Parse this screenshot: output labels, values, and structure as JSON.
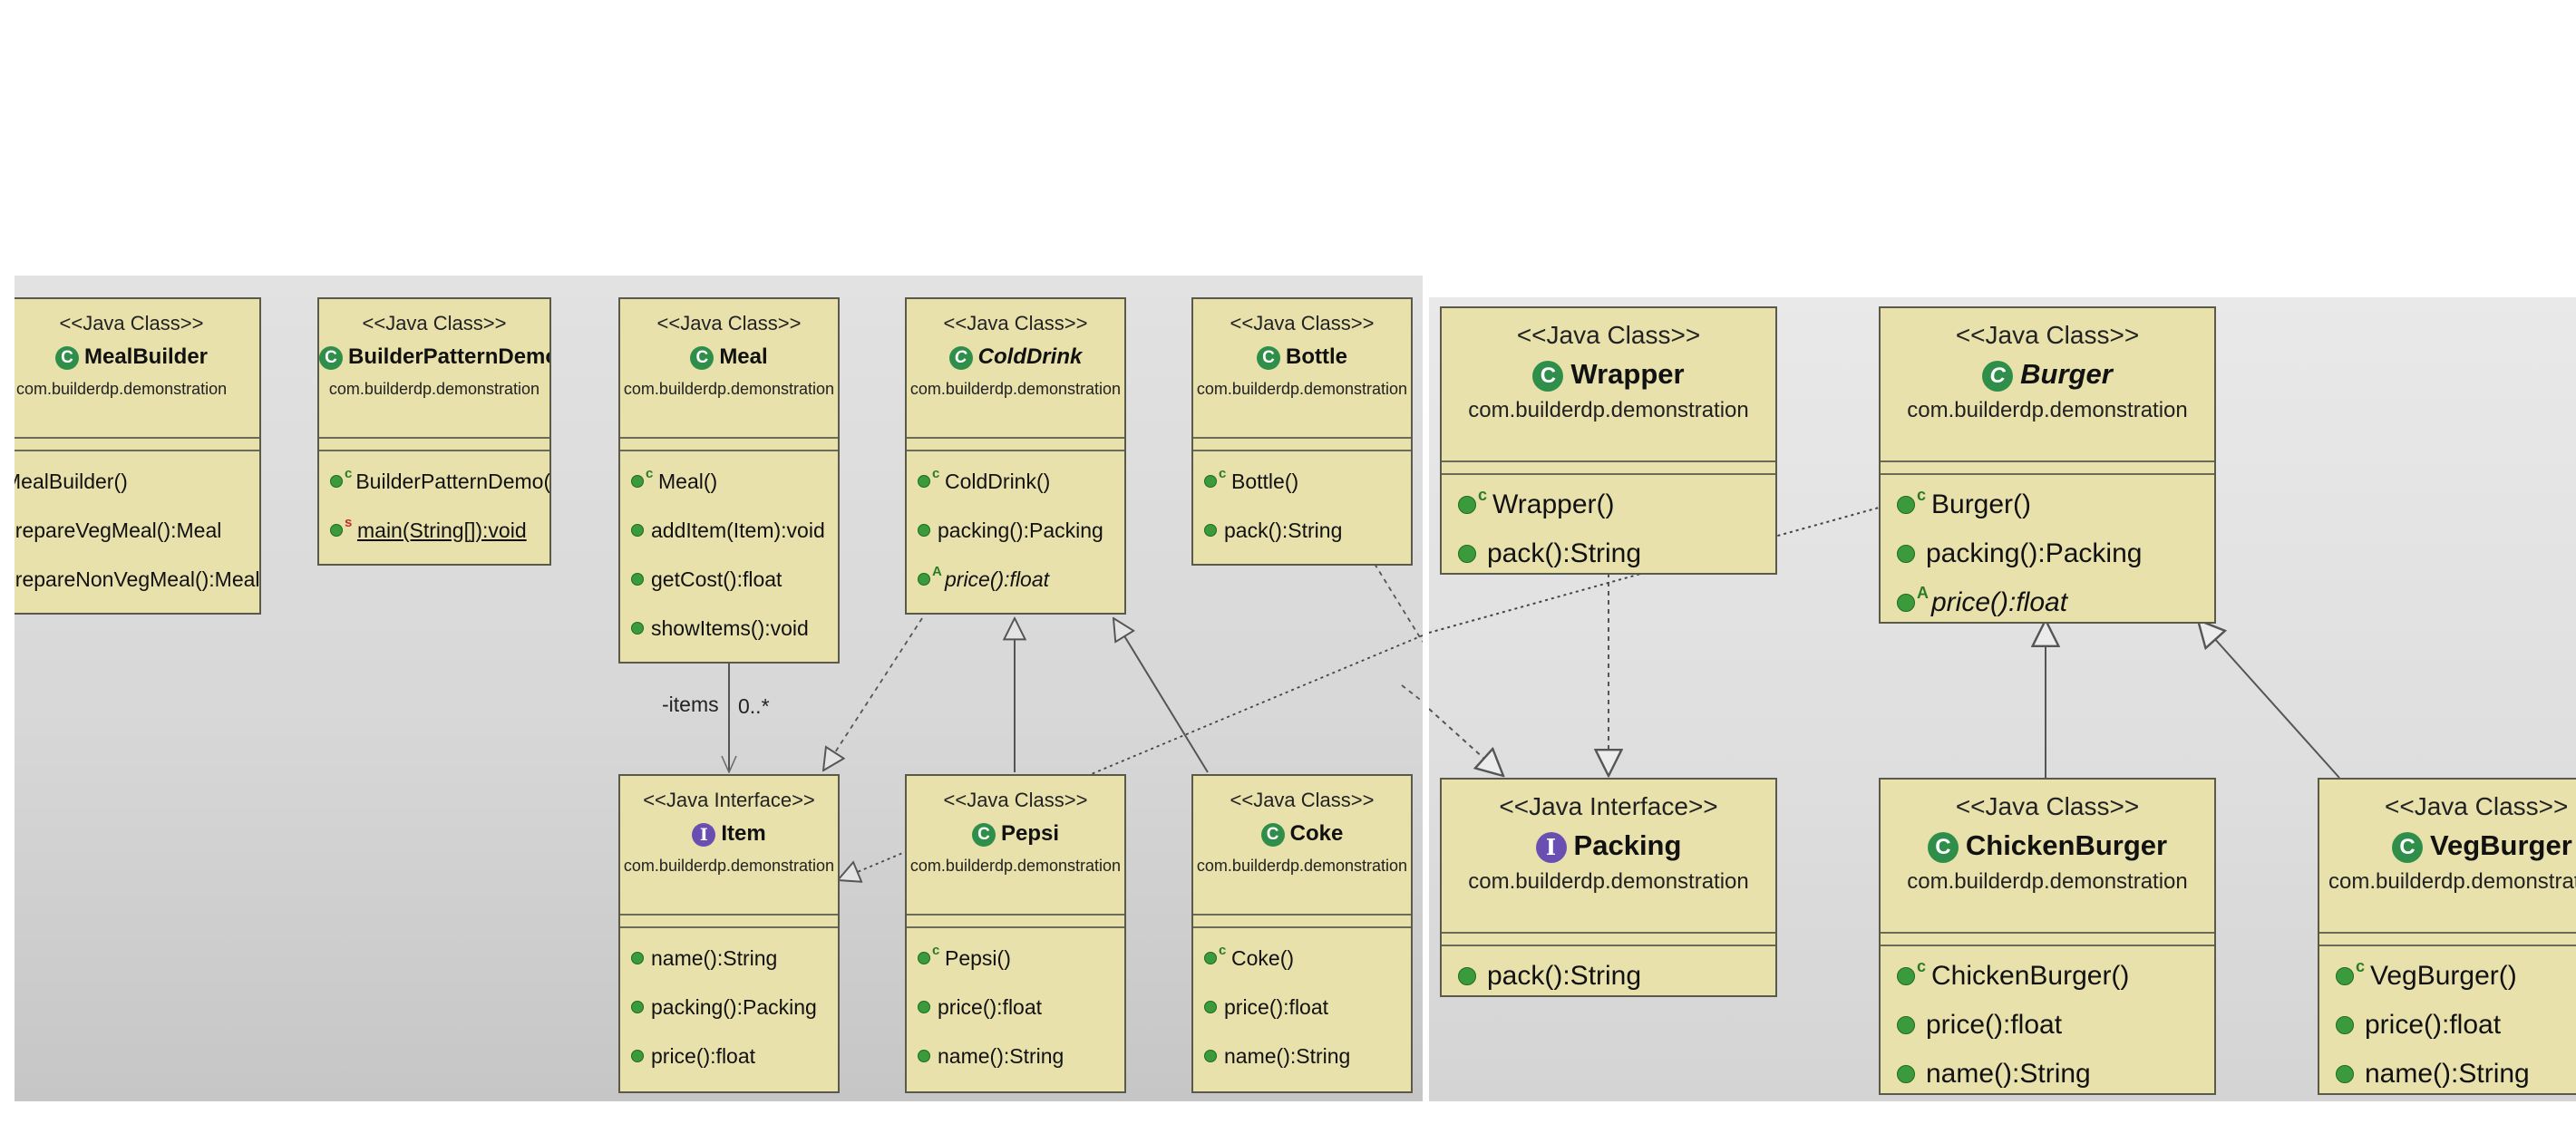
{
  "left": {
    "classes": [
      {
        "stereotype": "<<Java Class>>",
        "name": "MealBuilder",
        "package": "com.builderdp.demonstration",
        "ops": [
          "MealBuilder()",
          "prepareVegMeal():Meal",
          "prepareNonVegMeal():Meal"
        ]
      },
      {
        "stereotype": "<<Java Class>>",
        "name": "BuilderPatternDemo",
        "package": "com.builderdp.demonstration",
        "ops": [
          "BuilderPatternDemo()",
          "main(String[]):void"
        ]
      },
      {
        "stereotype": "<<Java Class>>",
        "name": "Meal",
        "package": "com.builderdp.demonstration",
        "ops": [
          "Meal()",
          "addItem(Item):void",
          "getCost():float",
          "showItems():void"
        ]
      },
      {
        "stereotype": "<<Java Class>>",
        "name": "ColdDrink",
        "package": "com.builderdp.demonstration",
        "ops": [
          "ColdDrink()",
          "packing():Packing",
          "price():float"
        ]
      },
      {
        "stereotype": "<<Java Class>>",
        "name": "Bottle",
        "package": "com.builderdp.demonstration",
        "ops": [
          "Bottle()",
          "pack():String"
        ]
      },
      {
        "stereotype": "<<Java Interface>>",
        "name": "Item",
        "package": "com.builderdp.demonstration",
        "ops": [
          "name():String",
          "packing():Packing",
          "price():float"
        ]
      },
      {
        "stereotype": "<<Java Class>>",
        "name": "Pepsi",
        "package": "com.builderdp.demonstration",
        "ops": [
          "Pepsi()",
          "price():float",
          "name():String"
        ]
      },
      {
        "stereotype": "<<Java Class>>",
        "name": "Coke",
        "package": "com.builderdp.demonstration",
        "ops": [
          "Coke()",
          "price():float",
          "name():String"
        ]
      }
    ],
    "assoc_role": "-items",
    "assoc_mult": "0..*"
  },
  "right": {
    "classes": [
      {
        "stereotype": "<<Java Class>>",
        "name": "Wrapper",
        "package": "com.builderdp.demonstration",
        "ops": [
          "Wrapper()",
          "pack():String"
        ]
      },
      {
        "stereotype": "<<Java Class>>",
        "name": "Burger",
        "package": "com.builderdp.demonstration",
        "ops": [
          "Burger()",
          "packing():Packing",
          "price():float"
        ]
      },
      {
        "stereotype": "<<Java Interface>>",
        "name": "Packing",
        "package": "com.builderdp.demonstration",
        "ops": [
          "pack():String"
        ]
      },
      {
        "stereotype": "<<Java Class>>",
        "name": "ChickenBurger",
        "package": "com.builderdp.demonstration",
        "ops": [
          "ChickenBurger()",
          "price():float",
          "name():String"
        ]
      },
      {
        "stereotype": "<<Java Class>>",
        "name": "VegBurger",
        "package": "com.builderdp.demonstration",
        "ops": [
          "VegBurger()",
          "price():float",
          "name():String"
        ]
      }
    ]
  },
  "colors": {
    "class_fill": "#e8e1ab",
    "class_border": "#5a5a4a",
    "method_icon": "#3b9a3b",
    "class_icon": "#2f8f4a",
    "interface_icon": "#6a4fb3"
  },
  "icons": {
    "class": "class-c-icon",
    "interface": "interface-i-icon",
    "method": "public-method-dot-icon"
  }
}
